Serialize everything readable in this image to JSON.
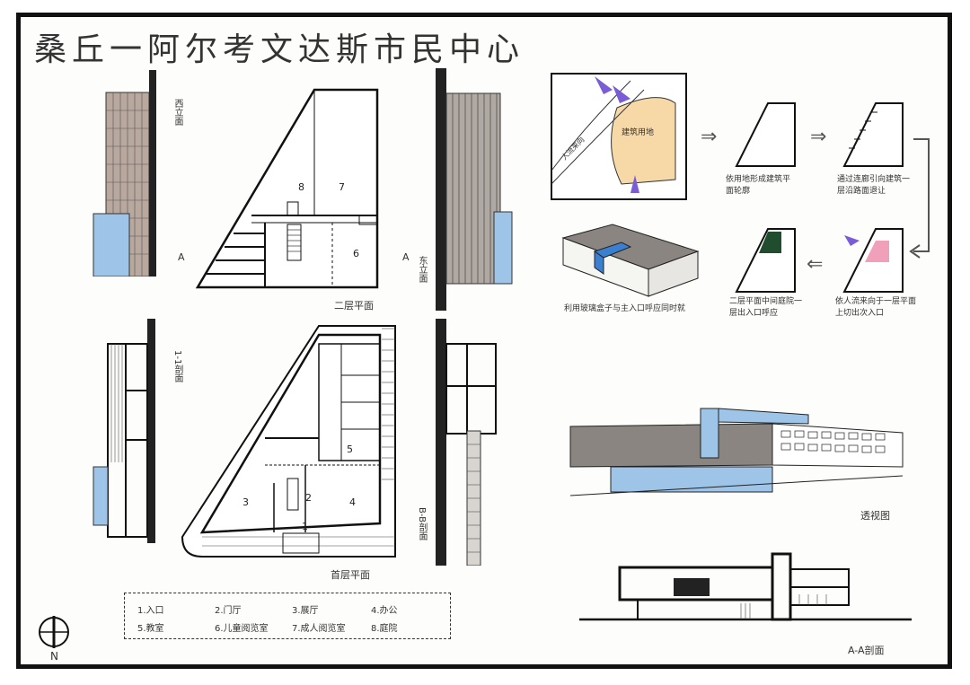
{
  "title": "桑丘一阿尔考文达斯市民中心",
  "plans": {
    "second_floor_label": "二层平面",
    "ground_floor_label": "首层平面",
    "section_mark": "A"
  },
  "elevations": {
    "west": "西立面",
    "east": "东立面",
    "section_11": "1-1剖面",
    "section_bb": "B-B剖面"
  },
  "room_numbers": [
    "1",
    "2",
    "3",
    "4",
    "5",
    "6",
    "7",
    "8"
  ],
  "diagrams": {
    "site_label": "建筑用地",
    "people_flow": "人流来向",
    "step1": "依用地形成建筑平面轮廓",
    "step2": "通过连廊引向建筑一层沿路面退让",
    "step3": "利用玻璃盒子与主入口呼应同时就",
    "step4": "二层平面中间庭院一层出入口呼应",
    "step5": "依人流来向于一层平面上切出次入口"
  },
  "views": {
    "perspective": "透视图",
    "section_aa": "A-A剖面"
  },
  "legend": [
    "1.入口",
    "2.门厅",
    "3.展厅",
    "4.办公",
    "5.教室",
    "6.儿童阅览室",
    "7.成人阅览室",
    "8.庭院"
  ],
  "north": "N",
  "colors": {
    "site": "#f7d9a8",
    "blue": "#3a7fd0",
    "green": "#1f4d2e",
    "pink": "#f0a0b8",
    "arrow": "#7a5cd6",
    "gray": "#8a8580"
  }
}
